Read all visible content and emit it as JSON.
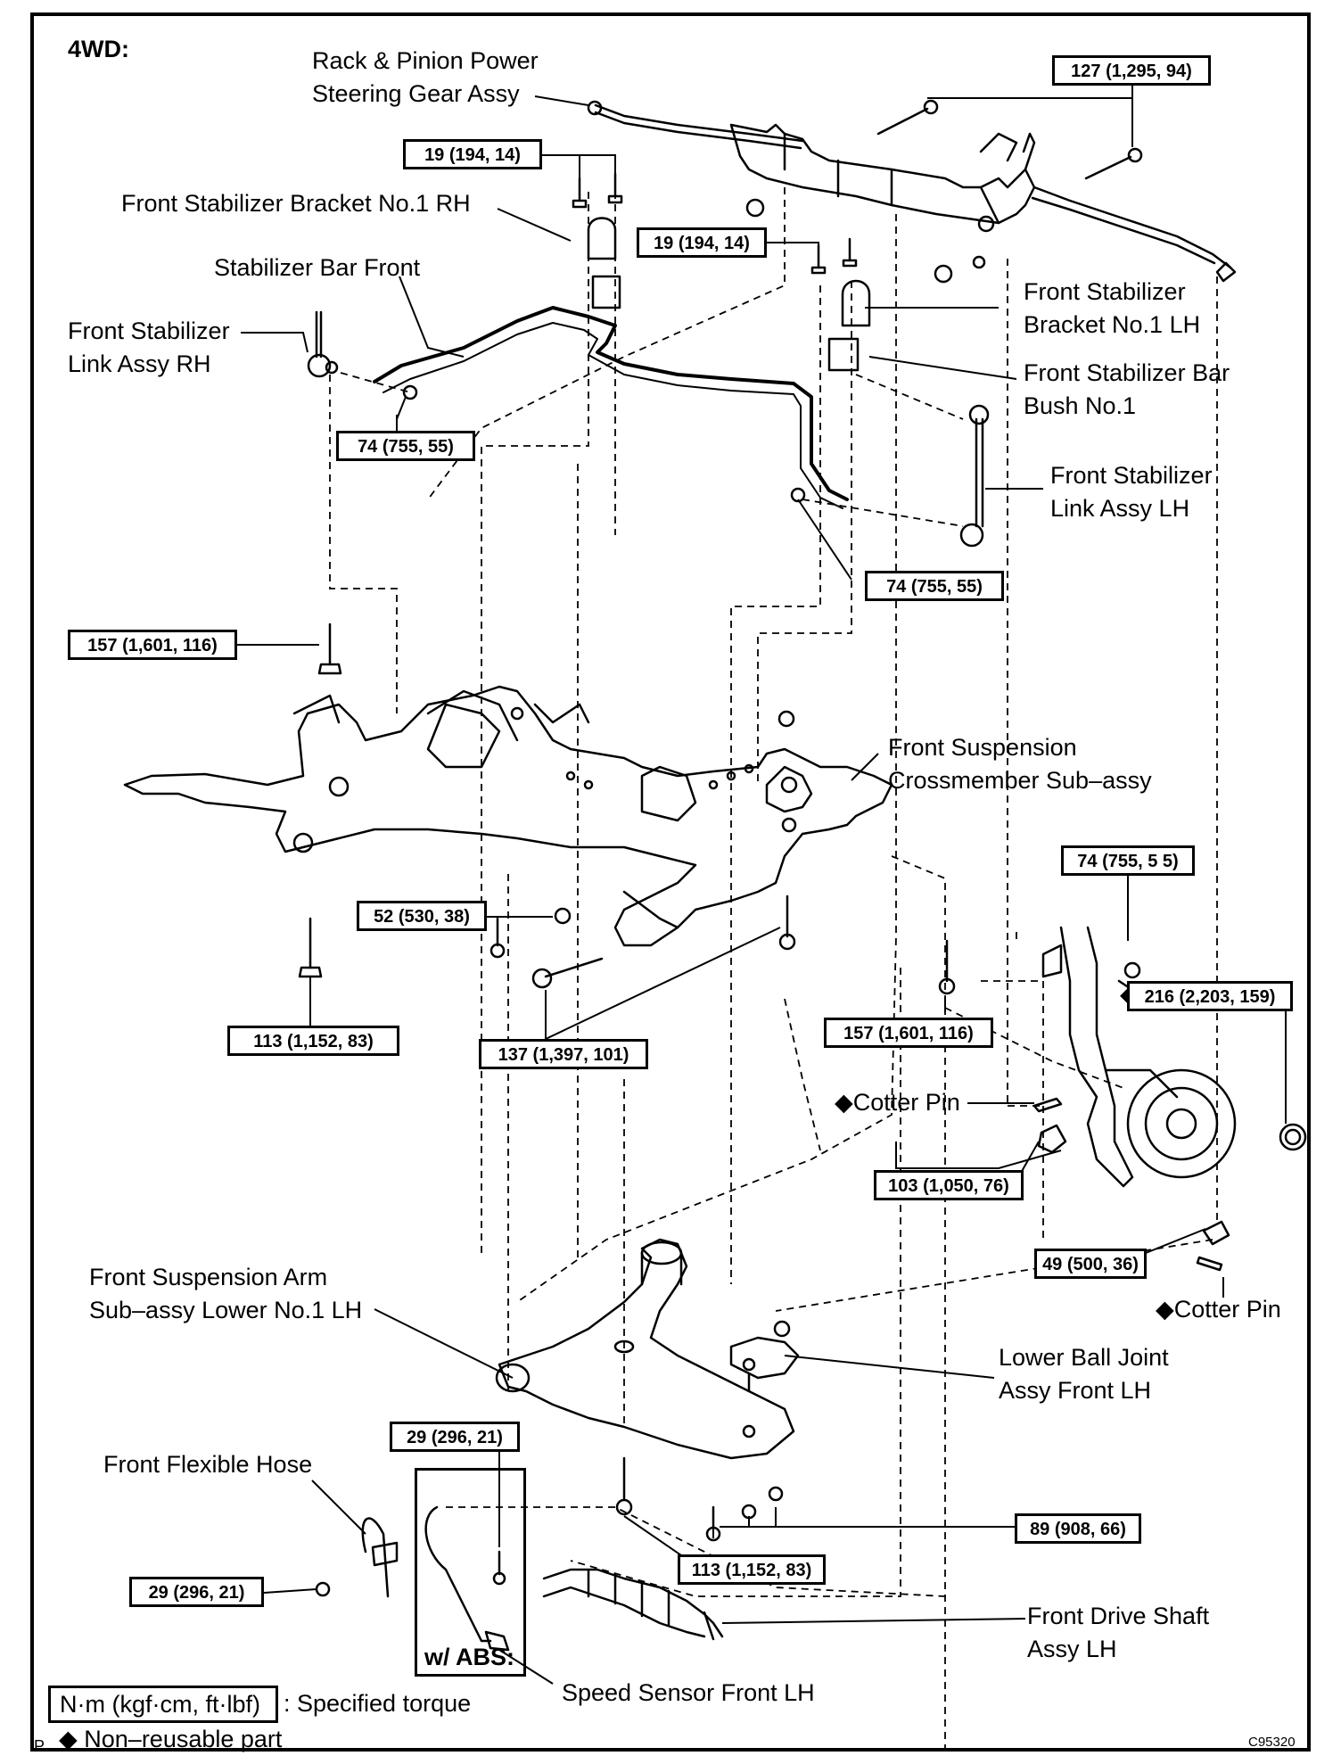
{
  "header": {
    "variant": "4WD:"
  },
  "labels": {
    "rack_pinion": [
      "Rack & Pinion Power",
      "Steering Gear Assy"
    ],
    "bracket_rh": "Front Stabilizer Bracket No.1 RH",
    "stab_bar": "Stabilizer Bar Front",
    "link_rh": [
      "Front Stabilizer",
      "Link Assy RH"
    ],
    "bracket_lh": [
      "Front Stabilizer",
      "Bracket No.1 LH"
    ],
    "bar_bush": [
      "Front Stabilizer Bar",
      "Bush No.1"
    ],
    "link_lh": [
      "Front Stabilizer",
      "Link Assy LH"
    ],
    "crossmember": [
      "Front Suspension",
      "Crossmember Sub–assy"
    ],
    "cotter_pin_1": "◆Cotter Pin",
    "cotter_pin_2": "◆Cotter Pin",
    "lower_arm": [
      "Front Suspension Arm",
      "Sub–assy Lower No.1 LH"
    ],
    "ball_joint": [
      "Lower Ball Joint",
      "Assy Front LH"
    ],
    "flex_hose": "Front Flexible Hose",
    "drive_shaft": [
      "Front Drive Shaft",
      "Assy LH"
    ],
    "speed_sensor": "Speed Sensor Front LH",
    "abs": "w/ ABS:",
    "diamond": "◆"
  },
  "torques": {
    "t_127": "127 (1,295, 94)",
    "t_19a": "19 (194, 14)",
    "t_19b": "19 (194, 14)",
    "t_74a": "74 (755, 55)",
    "t_74b": "74 (755, 55)",
    "t_157a": "157 (1,601, 116)",
    "t_52": "52 (530, 38)",
    "t_113a": "113 (1,152, 83)",
    "t_137": "137 (1,397, 101)",
    "t_157b": "157 (1,601, 116)",
    "t_74c": "74 (755, 5 5)",
    "t_216": "216 (2,203, 159)",
    "t_103": "103 (1,050, 76)",
    "t_49": "49 (500, 36)",
    "t_29a": "29 (296, 21)",
    "t_29b": "29 (296, 21)",
    "t_89": "89 (908, 66)",
    "t_113b": "113 (1,152, 83)"
  },
  "legend": {
    "unit": "N·m (kgf·cm, ft·lbf)",
    "unit_desc": ": Specified torque",
    "nonreusable": "◆ Non–reusable part"
  },
  "footer": {
    "left": "P",
    "code": "C95320"
  }
}
